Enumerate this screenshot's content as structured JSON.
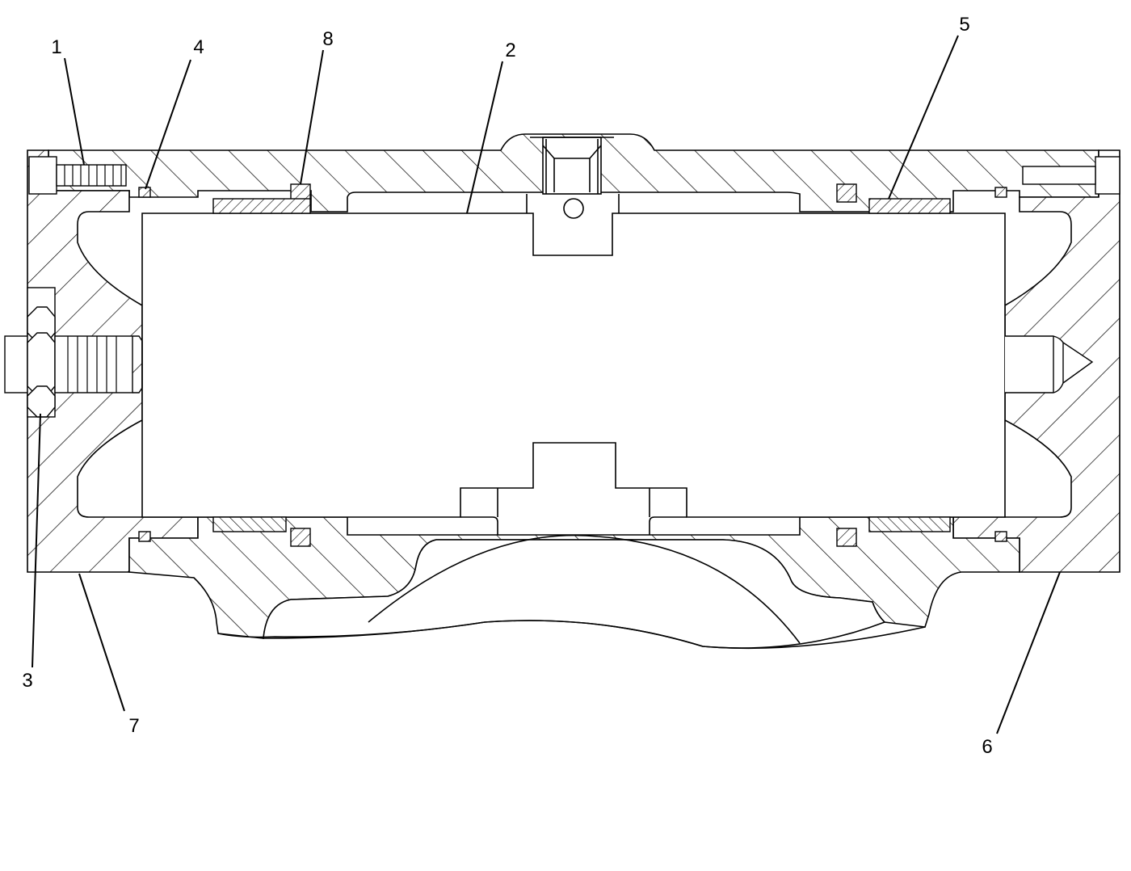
{
  "diagram": {
    "colors": {
      "line": "#000000",
      "background": "#ffffff"
    },
    "callouts": [
      {
        "id": "c1",
        "label": "1"
      },
      {
        "id": "c2",
        "label": "2"
      },
      {
        "id": "c3",
        "label": "3"
      },
      {
        "id": "c4",
        "label": "4"
      },
      {
        "id": "c5",
        "label": "5"
      },
      {
        "id": "c6",
        "label": "6"
      },
      {
        "id": "c7",
        "label": "7"
      },
      {
        "id": "c8",
        "label": "8"
      }
    ]
  }
}
